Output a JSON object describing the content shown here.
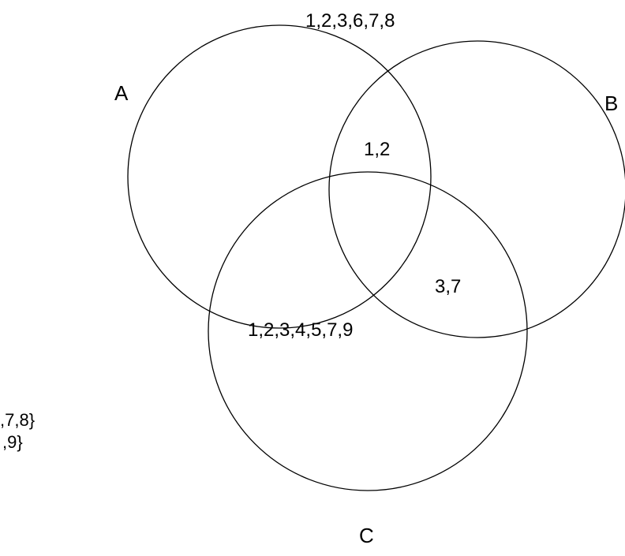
{
  "diagram": {
    "type": "venn",
    "set_labels": {
      "a": "A",
      "b": "B",
      "c": "C"
    },
    "region_labels": {
      "top_annotation": "1,2,3,6,7,8",
      "a_and_b": "1,2",
      "b_and_c": "3,7",
      "left_annotation": "1,2,3,4,5,7,9"
    },
    "clipped_text": {
      "line1": ",7,8}",
      "line2": ",9}"
    },
    "colors": {
      "stroke": "#000000",
      "background": "#ffffff"
    }
  }
}
